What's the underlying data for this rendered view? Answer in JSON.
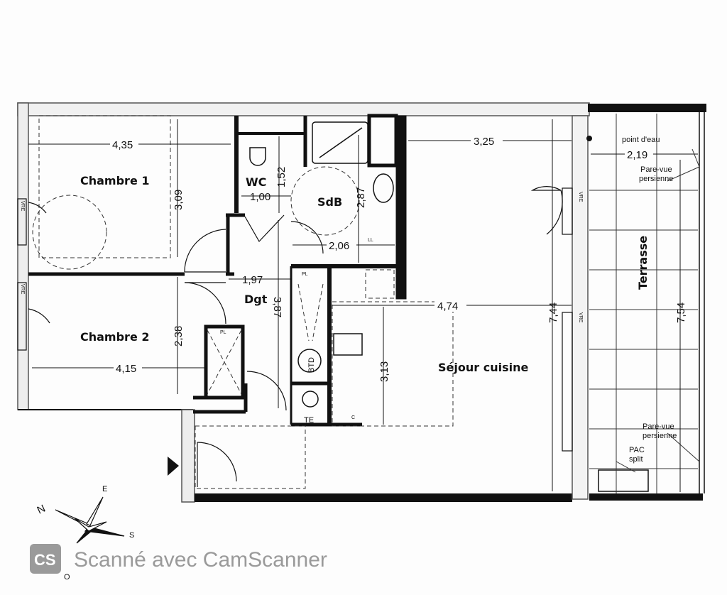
{
  "rooms": {
    "chambre1": "Chambre 1",
    "chambre2": "Chambre 2",
    "wc": "WC",
    "sdb": "SdB",
    "dgt": "Dgt",
    "sejour": "Séjour cuisine",
    "terrasse": "Terrasse"
  },
  "dimensions": {
    "ch1_width": "4,35",
    "ch1_depth": "3,09",
    "ch2_width": "4,15",
    "ch2_depth": "2,38",
    "wc_width": "1,00",
    "wc_depth": "1,52",
    "sdb_width": "2,06",
    "sdb_depth": "2,87",
    "dgt_width": "1,97",
    "dgt_depth": "3,87",
    "sejour_top": "3,25",
    "sejour_width": "4,74",
    "sejour_depth": "7,44",
    "kitchen_depth": "3,13",
    "terrasse_width": "2,19",
    "terrasse_depth": "7,54"
  },
  "annotations": {
    "point_eau": "point d'eau",
    "pare_vue_1_line1": "Pare-vue",
    "pare_vue_1_line2": "persienne",
    "pare_vue_2_line1": "Pare-vue",
    "pare_vue_2_line2": "persienne",
    "pac_line1": "PAC",
    "pac_line2": "split",
    "btd": "BTD",
    "te": "TE",
    "pl": "PL",
    "ll": "LL",
    "c": "C",
    "vre": "VRE"
  },
  "compass": {
    "n": "N",
    "e": "E",
    "s": "S",
    "o": "O"
  },
  "watermark": {
    "logo": "CS",
    "text": "Scanné avec CamScanner"
  }
}
